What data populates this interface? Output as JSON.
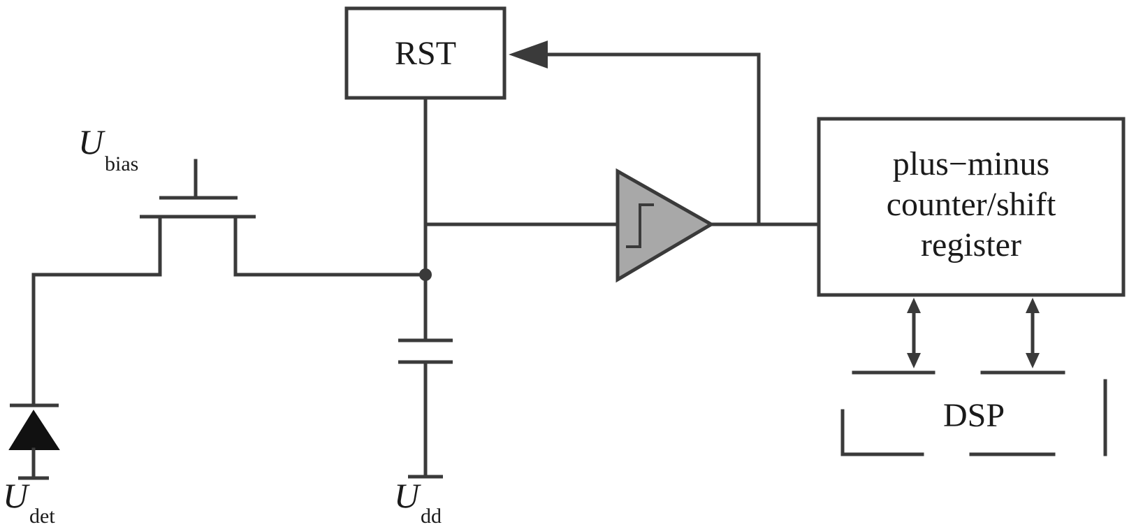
{
  "labels": {
    "rst": "RST",
    "counter_line1": "plus−minus",
    "counter_line2": "counter/shift",
    "counter_line3": "register",
    "dsp": "DSP",
    "u_bias_main": "U",
    "u_bias_sub": "bias",
    "u_det_main": "U",
    "u_det_sub": "det",
    "u_dd_main": "U",
    "u_dd_sub": "dd"
  },
  "colors": {
    "line": "#3a3a3a",
    "comparator_fill": "#a8a8a8",
    "diode_fill": "#111111"
  }
}
